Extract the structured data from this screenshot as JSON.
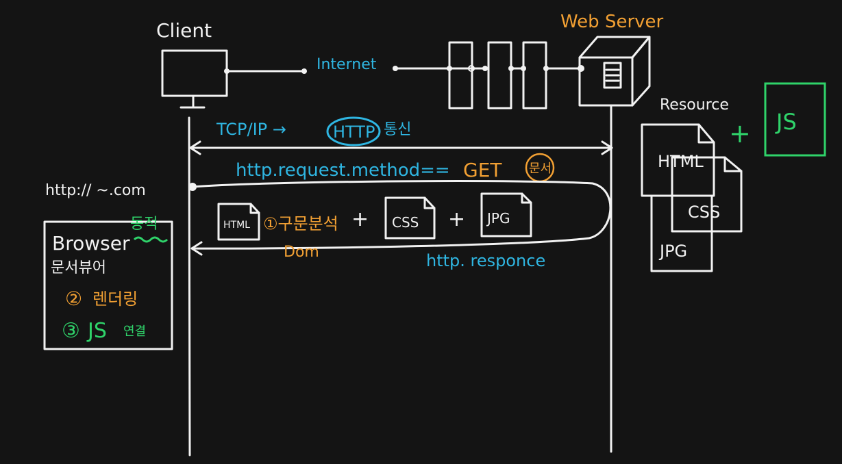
{
  "labels": {
    "client": "Client",
    "web_server": "Web Server",
    "internet": "Internet",
    "resource": "Resource",
    "tcp_ip": "TCP/IP →",
    "http": "HTTP",
    "http_suffix": "통신",
    "request": "http.request.method==",
    "get": "GET",
    "get_suffix": "문서",
    "url": "http:// ~.com",
    "browser": "Browser",
    "browser_ko": "문서뷰어",
    "dynamic": "동적",
    "step2_num": "②",
    "step2": "렌더링",
    "step3_num": "③",
    "step3_js": "JS",
    "step3": "연결",
    "response": "http. responce",
    "html_file": "HTML",
    "step1": "①구문분석",
    "dom": "Dom",
    "plus": "+",
    "css_file": "CSS",
    "jpg_file": "JPG",
    "res_html": "HTML",
    "res_css": "CSS",
    "res_jpg": "JPG",
    "res_plus": "+",
    "js_box": "JS"
  },
  "colors": {
    "background": "#141414",
    "line": "#f2f2f2",
    "orange": "#f2a033",
    "cyan": "#2fb6e2",
    "green": "#2fd36a"
  }
}
